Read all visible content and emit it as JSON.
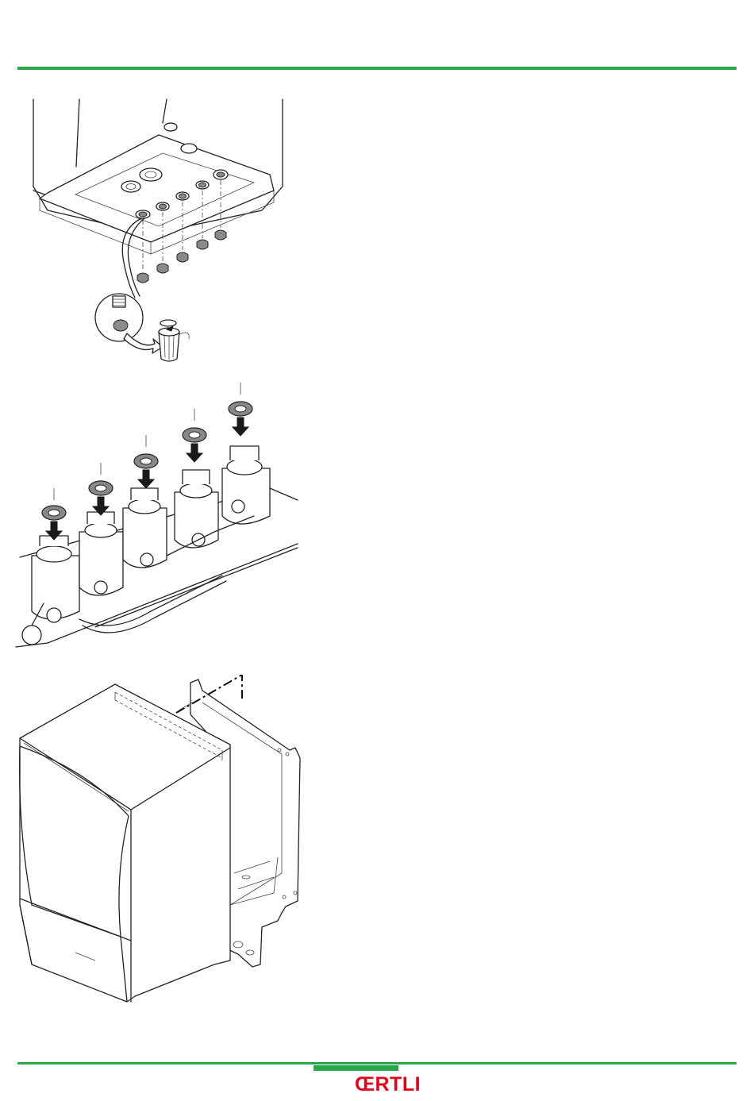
{
  "page": {
    "brand_logo_text": "ŒRTLI",
    "colors": {
      "accent_green": "#2aa54a",
      "logo_red": "#e3001b",
      "line_art": "#222222"
    }
  },
  "figures": [
    {
      "name": "boiler-underside-connections-figure",
      "icon": "plug-removal-drawing"
    },
    {
      "name": "valve-gaskets-figure",
      "icon": "gasket-insertion-drawing"
    },
    {
      "name": "boiler-mounting-frame-figure",
      "icon": "boiler-hanging-drawing"
    }
  ]
}
